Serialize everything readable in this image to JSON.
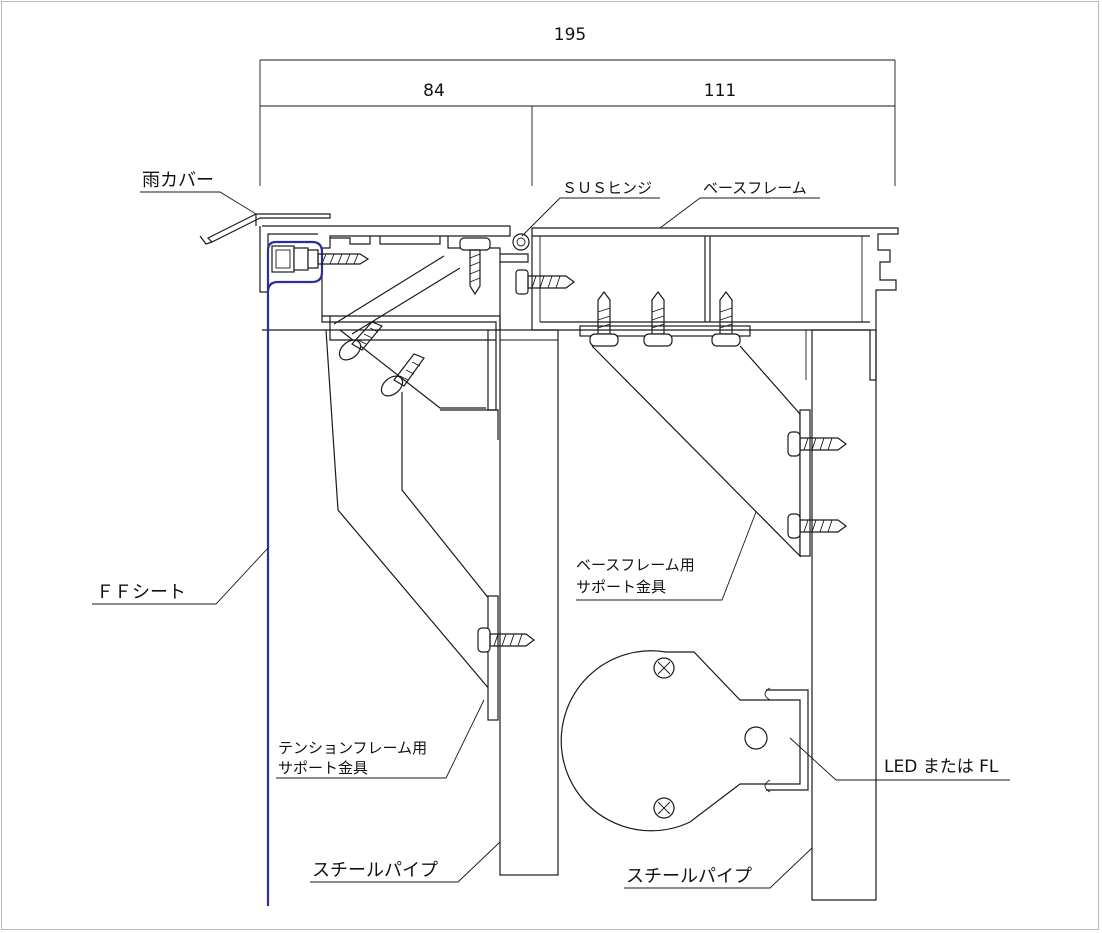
{
  "dimensions": {
    "total": "195",
    "left": "84",
    "right": "111"
  },
  "labels": {
    "rain_cover": "雨カバー",
    "sus_hinge": "ＳＵＳヒンジ",
    "base_frame": "ベースフレーム",
    "ff_sheet": "ＦＦシート",
    "base_frame_support_1": "ベースフレーム用",
    "base_frame_support_2": "サポート金具",
    "tension_frame_support_1": "テンションフレーム用",
    "tension_frame_support_2": "サポート金具",
    "light_source": "LED または FL",
    "steel_pipe_left": "スチールパイプ",
    "steel_pipe_right": "スチールパイプ"
  },
  "colors": {
    "line": "#1a1a1a",
    "ff_sheet": "#2d2f9a",
    "border": "#b9b9b9"
  }
}
